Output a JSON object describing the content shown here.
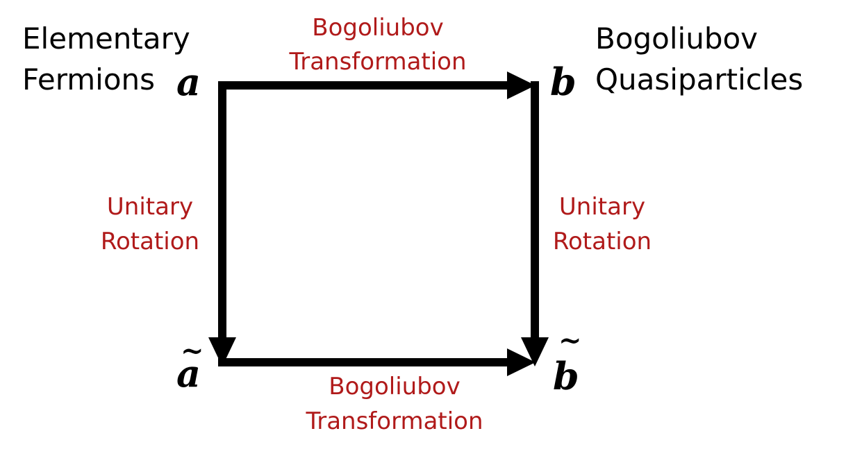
{
  "colors": {
    "arrow": "#000000",
    "text": "#000000",
    "transform_label": "#b01a1a"
  },
  "nodes": {
    "a": {
      "symbol": "a",
      "caption_line1": "Elementary",
      "caption_line2": "Fermions"
    },
    "b": {
      "symbol": "b",
      "caption_line1": "Bogoliubov",
      "caption_line2": "Quasiparticles"
    },
    "a_tilde": {
      "symbol": "a",
      "accent": "~"
    },
    "b_tilde": {
      "symbol": "b",
      "accent": "~"
    }
  },
  "edges": {
    "top": {
      "from": "a",
      "to": "b",
      "label_line1": "Bogoliubov",
      "label_line2": "Transformation"
    },
    "bottom": {
      "from": "a_tilde",
      "to": "b_tilde",
      "label_line1": "Bogoliubov",
      "label_line2": "Transformation"
    },
    "left": {
      "from": "a",
      "to": "a_tilde",
      "label_line1": "Unitary",
      "label_line2": "Rotation"
    },
    "right": {
      "from": "b",
      "to": "b_tilde",
      "label_line1": "Unitary",
      "label_line2": "Rotation"
    }
  }
}
